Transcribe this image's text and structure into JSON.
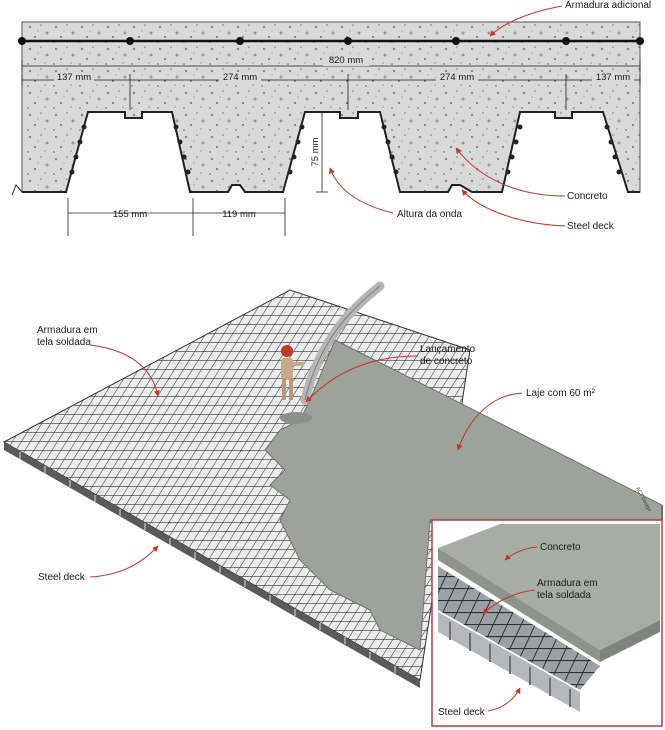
{
  "section": {
    "labels": {
      "rebar_additional": "Armadura adicional",
      "concrete": "Concreto",
      "steel_deck": "Steel deck",
      "wave_height": "Altura da onda"
    },
    "dimensions": {
      "total_width": "820 mm",
      "seg_left": "137 mm",
      "seg_mid1": "274 mm",
      "seg_mid2": "274 mm",
      "seg_right": "137 mm",
      "wave_bottom": "155 mm",
      "rib_gap": "119 mm",
      "wave_depth": "75 mm"
    }
  },
  "perspective": {
    "labels": {
      "mesh": "Armadura em\ntela soldada",
      "pour": "Lançamento\nde concreto",
      "slab": "Laje com 60 m²",
      "steel_deck": "Steel deck",
      "credit": "ACT Design"
    },
    "inset": {
      "concrete": "Concreto",
      "mesh": "Armadura em\ntela soldada",
      "steel_deck": "Steel deck"
    }
  },
  "colors": {
    "concrete_section": "#dadada",
    "slab": "#9ea39a",
    "mesh": "#3a3a3a",
    "inset_border": "#b0413e",
    "callout_red": "#c0392b"
  }
}
